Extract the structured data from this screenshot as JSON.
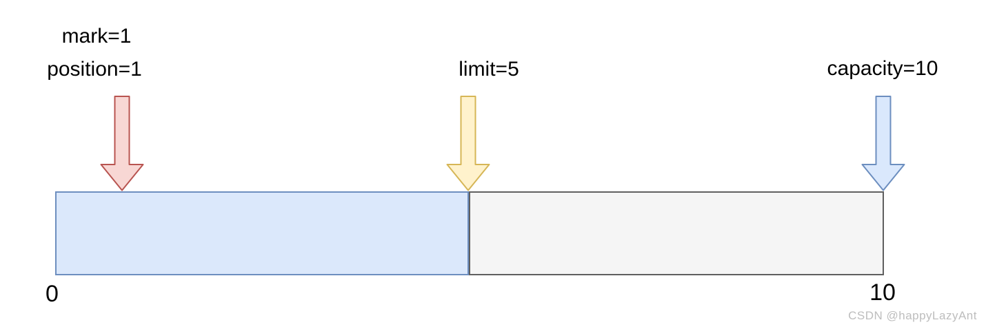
{
  "diagram": {
    "kind": "byte-buffer-state",
    "labels": {
      "mark": "mark=1",
      "position": "position=1",
      "limit": "limit=5",
      "capacity": "capacity=10"
    },
    "values": {
      "mark": 1,
      "position": 1,
      "limit": 5,
      "capacity": 10
    },
    "scale": {
      "start": "0",
      "end": "10"
    },
    "regions": [
      {
        "name": "filled-region",
        "from": 0,
        "to": 5,
        "fill": "#dbe8fb",
        "stroke": "#6d8ebf"
      },
      {
        "name": "remaining-region",
        "from": 5,
        "to": 10,
        "fill": "#f5f5f5",
        "stroke": "#5f5f5f"
      }
    ],
    "arrows": [
      {
        "name": "mark-position-arrow",
        "fill": "#f8d7d4",
        "stroke": "#b85450"
      },
      {
        "name": "limit-arrow",
        "fill": "#fff2cc",
        "stroke": "#d6b656"
      },
      {
        "name": "capacity-arrow",
        "fill": "#dae8fc",
        "stroke": "#6c8ebf"
      }
    ],
    "watermark": "CSDN @happyLazyAnt"
  }
}
